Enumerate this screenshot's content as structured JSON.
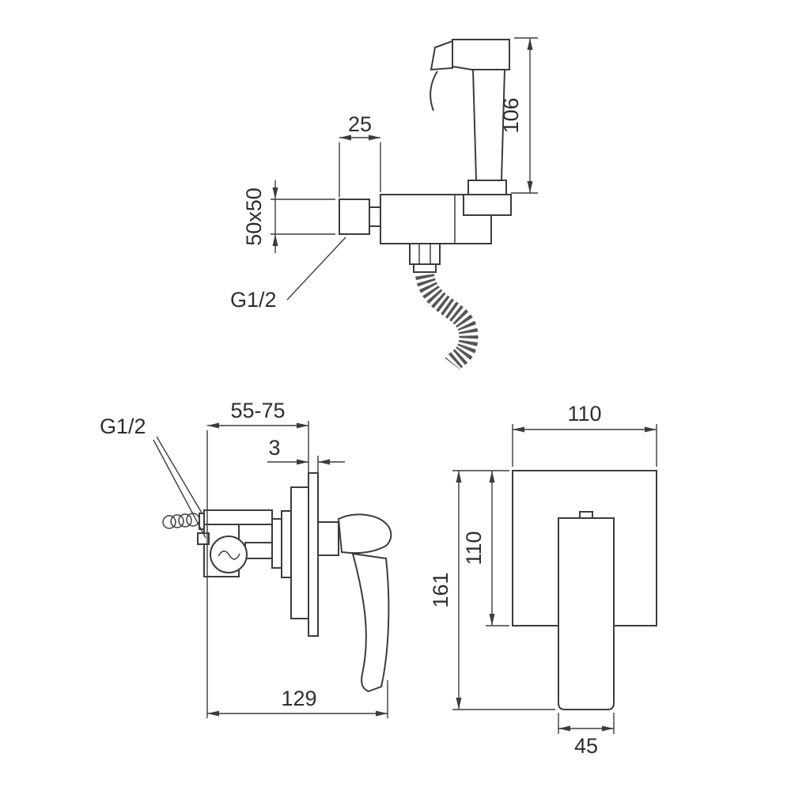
{
  "sprayer_view": {
    "dim_bracket_offset": "25",
    "dim_sprayer_height": "106",
    "dim_wall_plate": "50x50",
    "thread_label": "G1/2"
  },
  "mixer_side_view": {
    "thread_label": "G1/2",
    "dim_mounting_depth": "55-75",
    "dim_plate_thickness": "3",
    "dim_overall_depth": "129"
  },
  "mixer_front_view": {
    "dim_plate_width": "110",
    "dim_plate_height": "110",
    "dim_overall_height": "161",
    "dim_handle_width": "45"
  }
}
